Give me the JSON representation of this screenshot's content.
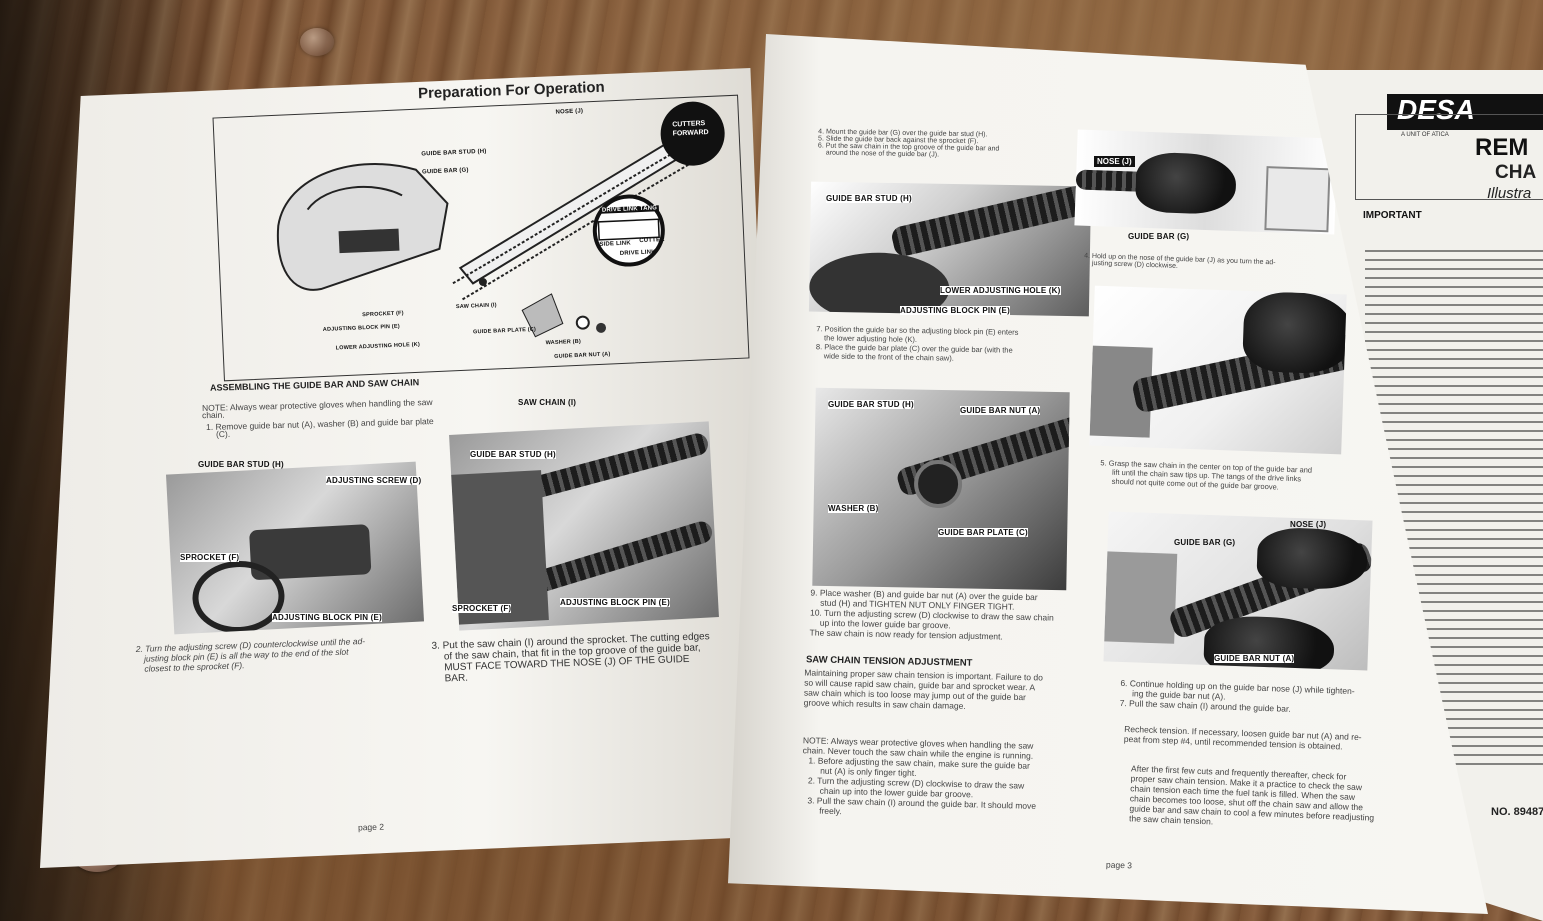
{
  "left_page": {
    "title": "Preparation For Operation",
    "diagram_labels": {
      "nose": "NOSE (J)",
      "guide_bar_stud": "GUIDE BAR STUD (H)",
      "guide_bar": "GUIDE BAR (G)",
      "cutters_forward": "CUTTERS FORWARD",
      "drive_link_tang": "DRIVE LINK TANG",
      "side_link": "SIDE LINK",
      "drive_link": "DRIVE LINK",
      "cutter": "CUTTER",
      "sprocket": "SPROCKET (F)",
      "adjusting_block_pin": "ADJUSTING BLOCK PIN (E)",
      "lower_adjusting_hole": "LOWER ADJUSTING HOLE (K)",
      "saw_chain": "SAW CHAIN (I)",
      "guide_bar_plate": "GUIDE BAR PLATE (C)",
      "washer": "WASHER (B)",
      "guide_bar_nut": "GUIDE BAR NUT (A)"
    },
    "section_heading": "ASSEMBLING THE GUIDE BAR AND SAW CHAIN",
    "note_line1": "NOTE: Always wear protective gloves when handling the saw",
    "note_line2": "chain.",
    "step1_line1": "1.  Remove guide bar nut (A), washer (B) and guide bar plate",
    "step1_line2": "(C).",
    "photo1_labels": {
      "stud": "GUIDE BAR STUD (H)",
      "screw": "ADJUSTING SCREW (D)",
      "sprocket": "SPROCKET (F)",
      "pin": "ADJUSTING BLOCK PIN (E)"
    },
    "photo2_labels": {
      "chain": "SAW CHAIN (I)",
      "stud": "GUIDE BAR STUD (H)",
      "sprocket": "SPROCKET (F)",
      "pin": "ADJUSTING BLOCK PIN (E)"
    },
    "step2_lines": [
      "2.  Turn the adjusting screw (D) counterclockwise until the ad-",
      "justing block pin (E) is all the way to the end of the slot",
      "closest to the sprocket (F)."
    ],
    "step3_lines": [
      "3.  Put the saw chain (I) around the sprocket. The cutting edges",
      "of the saw chain, that fit in the top groove of the guide bar,",
      "MUST FACE TOWARD THE NOSE (J) OF THE GUIDE",
      "BAR."
    ],
    "page_number": "page 2"
  },
  "right_page": {
    "steps_4_6": [
      "4.  Mount the guide bar (G) over the guide bar stud (H).",
      "5.  Slide the guide bar back against the sprocket (F).",
      "6.  Put the saw chain in the top groove of the guide bar and",
      "around the nose of the guide bar (J)."
    ],
    "photo3_labels": {
      "stud": "GUIDE BAR STUD (H)",
      "hole": "LOWER ADJUSTING HOLE (K)",
      "pin": "ADJUSTING BLOCK PIN (E)"
    },
    "steps_7_8": [
      "7.  Position the guide bar so the adjusting block pin (E) enters",
      "the lower adjusting hole (K).",
      "8.  Place the guide bar plate (C) over the guide bar (with the",
      "wide side to the front of the chain saw)."
    ],
    "photo4_labels": {
      "stud": "GUIDE BAR STUD (H)",
      "nut": "GUIDE BAR NUT (A)",
      "washer": "WASHER (B)",
      "plate": "GUIDE BAR PLATE (C)"
    },
    "steps_9_10": [
      "9.  Place washer (B) and guide bar nut (A) over the guide bar",
      "stud (H) and TIGHTEN NUT ONLY FINGER TIGHT.",
      "10.  Turn the adjusting screw (D) clockwise to draw the saw chain",
      "up into the lower guide bar groove.",
      "The saw chain is now ready for tension adjustment."
    ],
    "tension_heading": "SAW CHAIN TENSION ADJUSTMENT",
    "tension_paragraph": [
      "Maintaining proper saw chain tension is important. Failure to do",
      "so will cause rapid saw chain, guide bar and sprocket wear. A",
      "saw chain which is too loose may jump out of the guide bar",
      "groove which results in saw chain damage."
    ],
    "tension_note": [
      "NOTE: Always wear protective gloves when handling the saw",
      "chain. Never touch the saw chain while the engine is running.",
      "1.  Before adjusting the saw chain, make sure the guide bar",
      "nut (A) is only finger tight.",
      "2.  Turn the adjusting screw (D) clockwise to draw the saw",
      "chain up into the lower guide bar groove.",
      "3.  Pull the saw chain (I) around the guide bar. It should move",
      "freely."
    ],
    "photo5_label": "NOSE (J)",
    "photo5_label2": "GUIDE BAR (G)",
    "step4b_lines": [
      "4.  Hold up on the nose of the guide bar (J) as you turn the ad-",
      "justing screw (D) clockwise."
    ],
    "step5b_lines": [
      "5.  Grasp the saw chain in the center on top of the guide bar and",
      "lift until the chain saw tips up. The tangs of the drive links",
      "should not quite come out of the guide bar groove."
    ],
    "photo7_labels": {
      "bar": "GUIDE BAR (G)",
      "nose": "NOSE (J)",
      "nut": "GUIDE BAR NUT (A)"
    },
    "step6b_lines": [
      "6.  Continue holding up on the guide bar nose (J) while tighten-",
      "ing the guide bar nut (A).",
      "7.  Pull the saw chain (I) around the guide bar."
    ],
    "recheck_lines": [
      "Recheck tension. If necessary, loosen guide bar nut (A) and re-",
      "peat from step #4, until recommended tension is obtained."
    ],
    "after_lines": [
      "After the first few cuts and frequently thereafter, check for",
      "proper saw chain tension. Make it a practice to check the saw",
      "chain tension each time the fuel tank is filled. When the saw",
      "chain becomes too loose, shut off the chain saw and allow the",
      "guide bar and saw chain to cool a few minutes before readjusting",
      "the saw chain tension."
    ],
    "page_number": "page 3"
  },
  "third_page": {
    "brand": "DESA",
    "brand_sub": "A UNIT OF ATICA",
    "title1": "REM",
    "title2": "CHA",
    "title3": "Illustra",
    "important": "IMPORTANT",
    "part_no": "NO. 89487"
  }
}
